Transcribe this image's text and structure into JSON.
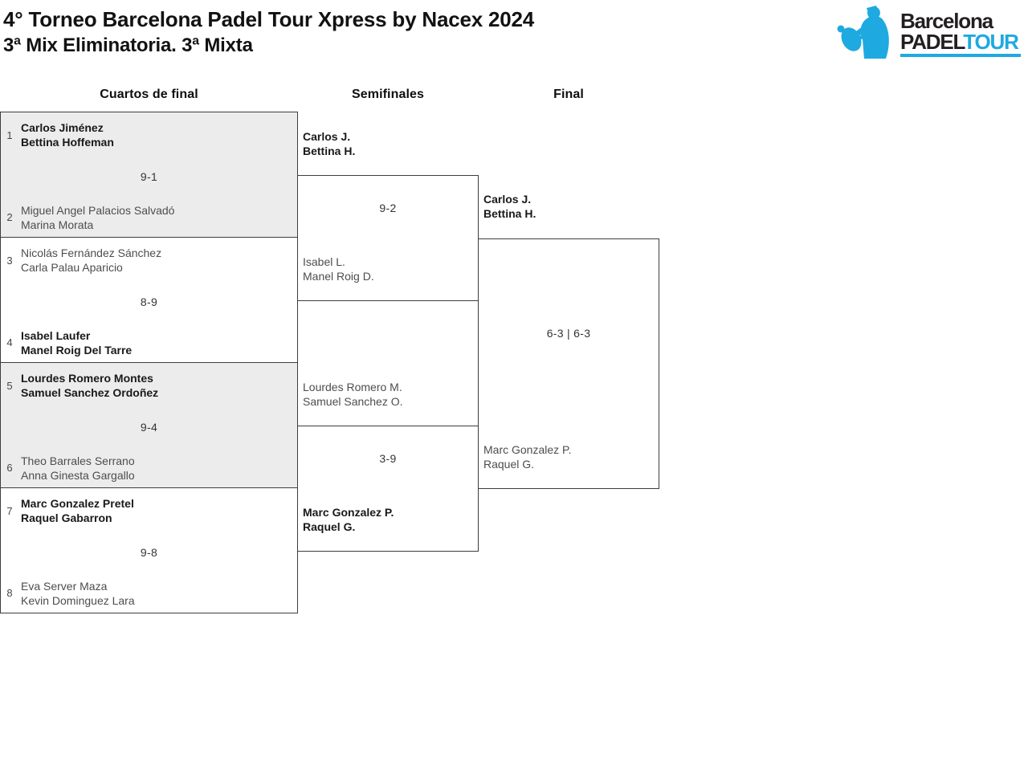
{
  "page": {
    "title": "4° Torneo Barcelona Padel Tour Xpress by Nacex 2024",
    "subtitle": "3ª Mix Eliminatoria. 3ª Mixta"
  },
  "logo": {
    "word1": "Barcelona",
    "word2": "PADEL",
    "word3": "TOUR",
    "accent_blue": "#1fa9e1",
    "text_black": "#231f20",
    "icon": "padel-player-icon"
  },
  "round_headers": {
    "quarterfinals": "Cuartos de final",
    "semifinals": "Semifinales",
    "final": "Final"
  },
  "colors": {
    "box_border": "#3d3d3d",
    "box_gray": "#ececec",
    "winner_text": "#191919",
    "loser_text": "#4d4d4d"
  },
  "quarterfinals": [
    {
      "score": "9-1",
      "top": {
        "seed": "1",
        "player1": "Carlos Jiménez",
        "player2": "Bettina Hoffeman",
        "winner": true
      },
      "bottom": {
        "seed": "2",
        "player1": "Miguel Angel Palacios Salvadó",
        "player2": "Marina Morata",
        "winner": false
      }
    },
    {
      "score": "8-9",
      "top": {
        "seed": "3",
        "player1": "Nicolás Fernández Sánchez",
        "player2": "Carla Palau Aparicio",
        "winner": false
      },
      "bottom": {
        "seed": "4",
        "player1": "Isabel Laufer",
        "player2": "Manel Roig Del Tarre",
        "winner": true
      }
    },
    {
      "score": "9-4",
      "top": {
        "seed": "5",
        "player1": "Lourdes Romero Montes",
        "player2": "Samuel Sanchez Ordoñez",
        "winner": true
      },
      "bottom": {
        "seed": "6",
        "player1": "Theo Barrales Serrano",
        "player2": "Anna Ginesta Gargallo",
        "winner": false
      }
    },
    {
      "score": "9-8",
      "top": {
        "seed": "7",
        "player1": "Marc Gonzalez Pretel",
        "player2": "Raquel Gabarron",
        "winner": true
      },
      "bottom": {
        "seed": "8",
        "player1": "Eva Server Maza",
        "player2": "Kevin Dominguez Lara",
        "winner": false
      }
    }
  ],
  "semifinals": [
    {
      "score": "9-2",
      "top": {
        "player1": "Carlos J.",
        "player2": "Bettina H.",
        "winner": true
      },
      "bottom": {
        "player1": "Isabel L.",
        "player2": "Manel Roig D.",
        "winner": false
      }
    },
    {
      "score": "3-9",
      "top": {
        "player1": "Lourdes Romero M.",
        "player2": "Samuel Sanchez O.",
        "winner": false
      },
      "bottom": {
        "player1": "Marc Gonzalez P.",
        "player2": "Raquel G.",
        "winner": true
      }
    }
  ],
  "final": {
    "score": "6-3 | 6-3",
    "top": {
      "player1": "Carlos J.",
      "player2": "Bettina H.",
      "winner": true
    },
    "bottom": {
      "player1": "Marc Gonzalez P.",
      "player2": "Raquel G.",
      "winner": false
    }
  }
}
